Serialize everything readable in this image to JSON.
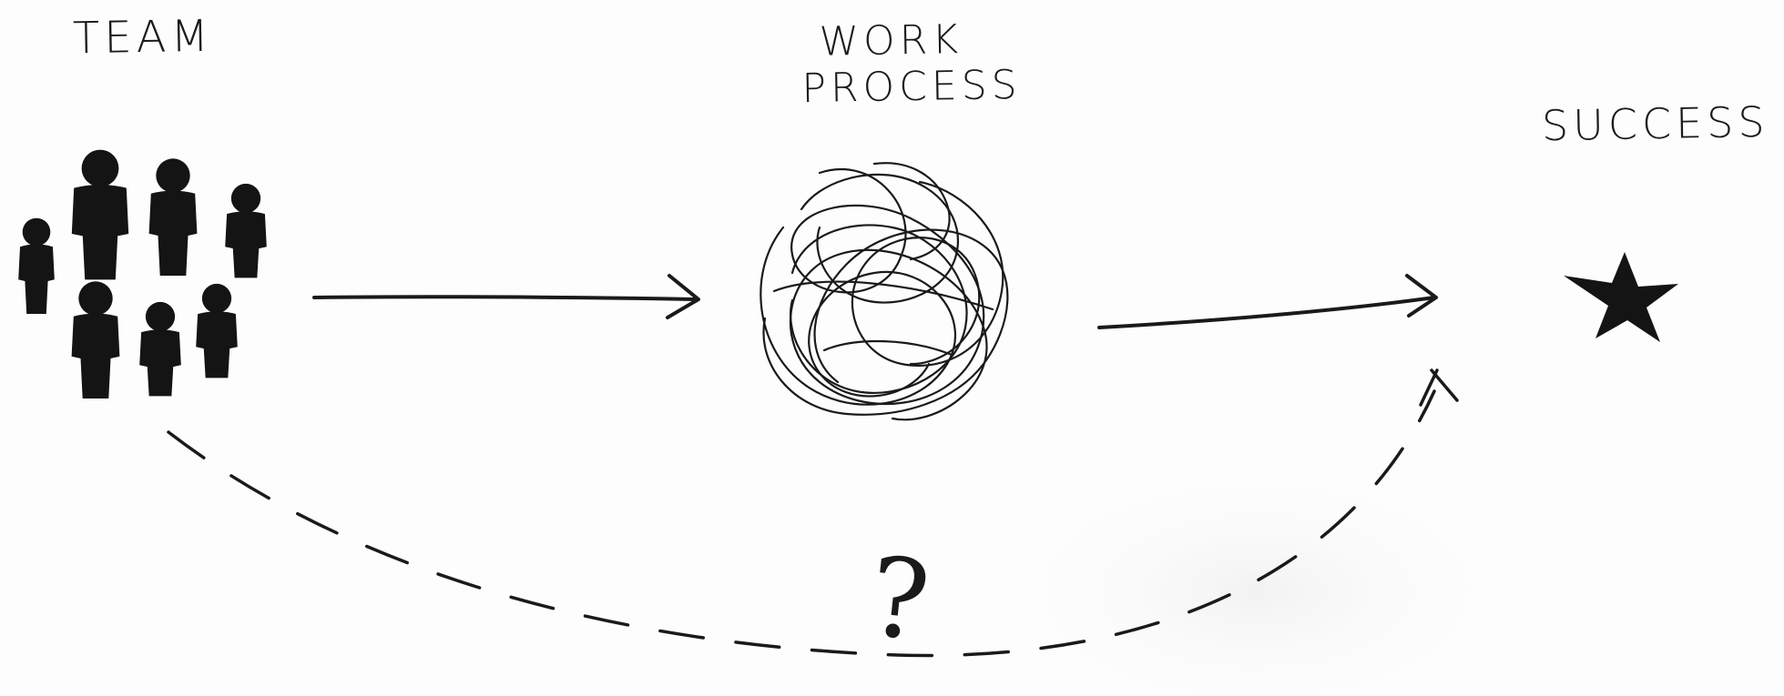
{
  "diagram": {
    "team_label": "TEAM",
    "process_label_line1": "WORK",
    "process_label_line2": "PROCESS",
    "success_label": "SUCCESS",
    "question_mark": "?"
  },
  "icons": {
    "team": "people-group-icon",
    "process": "tangled-scribble-icon",
    "success": "star-icon"
  },
  "colors": {
    "ink": "#1a1a1a",
    "paper": "#fdfdfd"
  }
}
